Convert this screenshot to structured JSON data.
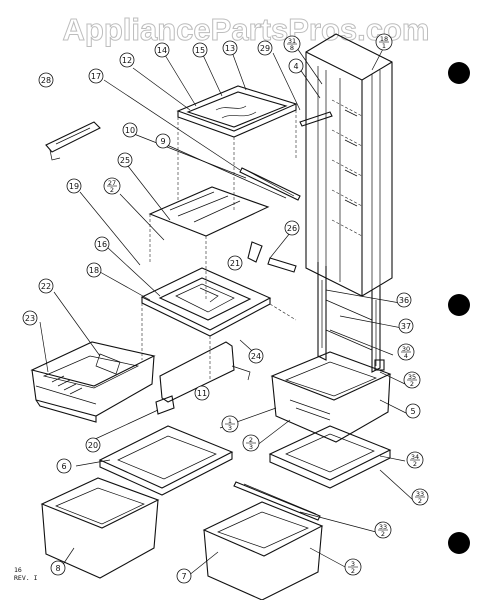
{
  "watermark": "AppliancePartsPros.com",
  "footer": {
    "line1": "16",
    "line2": "REV. I"
  },
  "callouts": [
    {
      "id": "c28",
      "text": "28"
    },
    {
      "id": "c12",
      "text": "12"
    },
    {
      "id": "c14",
      "text": "14"
    },
    {
      "id": "c15",
      "text": "15"
    },
    {
      "id": "c13",
      "text": "13"
    },
    {
      "id": "c29",
      "text": "29"
    },
    {
      "id": "c31",
      "text": "31",
      "sub": "8"
    },
    {
      "id": "c4",
      "text": "4"
    },
    {
      "id": "c18t",
      "text": "18",
      "sub": "1"
    },
    {
      "id": "c17",
      "text": "17"
    },
    {
      "id": "c10",
      "text": "10"
    },
    {
      "id": "c9",
      "text": "9"
    },
    {
      "id": "c25",
      "text": "25"
    },
    {
      "id": "c27",
      "text": "27",
      "sub": "2"
    },
    {
      "id": "c19",
      "text": "19"
    },
    {
      "id": "c26",
      "text": "26"
    },
    {
      "id": "c16",
      "text": "16"
    },
    {
      "id": "c21",
      "text": "21"
    },
    {
      "id": "c18",
      "text": "18"
    },
    {
      "id": "c22",
      "text": "22"
    },
    {
      "id": "c23",
      "text": "23"
    },
    {
      "id": "c24",
      "text": "24"
    },
    {
      "id": "c36",
      "text": "36"
    },
    {
      "id": "c37",
      "text": "37"
    },
    {
      "id": "c30",
      "text": "30",
      "sub": "4"
    },
    {
      "id": "c35",
      "text": "35",
      "sub": "2"
    },
    {
      "id": "c11",
      "text": "11"
    },
    {
      "id": "c1",
      "text": "1",
      "sub": "3"
    },
    {
      "id": "c5",
      "text": "5"
    },
    {
      "id": "c2",
      "text": "2",
      "sub": "3"
    },
    {
      "id": "c20",
      "text": "20"
    },
    {
      "id": "c34",
      "text": "34",
      "sub": "2"
    },
    {
      "id": "c6",
      "text": "6"
    },
    {
      "id": "c33a",
      "text": "33",
      "sub": "2"
    },
    {
      "id": "c33b",
      "text": "33",
      "sub": "2"
    },
    {
      "id": "c3",
      "text": "3",
      "sub": "2"
    },
    {
      "id": "c8",
      "text": "8"
    },
    {
      "id": "c7",
      "text": "7"
    }
  ]
}
